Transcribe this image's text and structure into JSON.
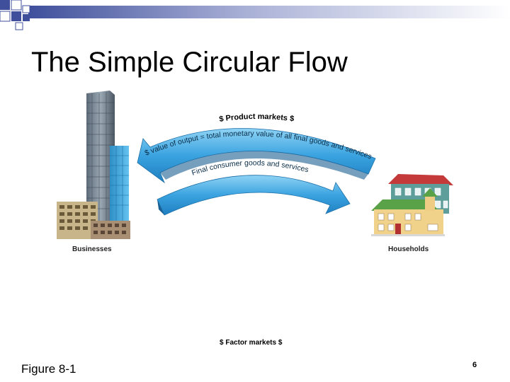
{
  "slide": {
    "title": "The Simple Circular Flow",
    "figure_label": "Figure 8-1",
    "page_number": "6"
  },
  "diagram": {
    "product_markets_label": "$ Product markets $",
    "upper_arrow_text": "$ value of output = total monetary value of all final goods and services",
    "lower_arrow_text": "Final consumer goods and services",
    "businesses_label": "Businesses",
    "households_label": "Households",
    "factor_markets_label": "$ Factor markets $"
  }
}
